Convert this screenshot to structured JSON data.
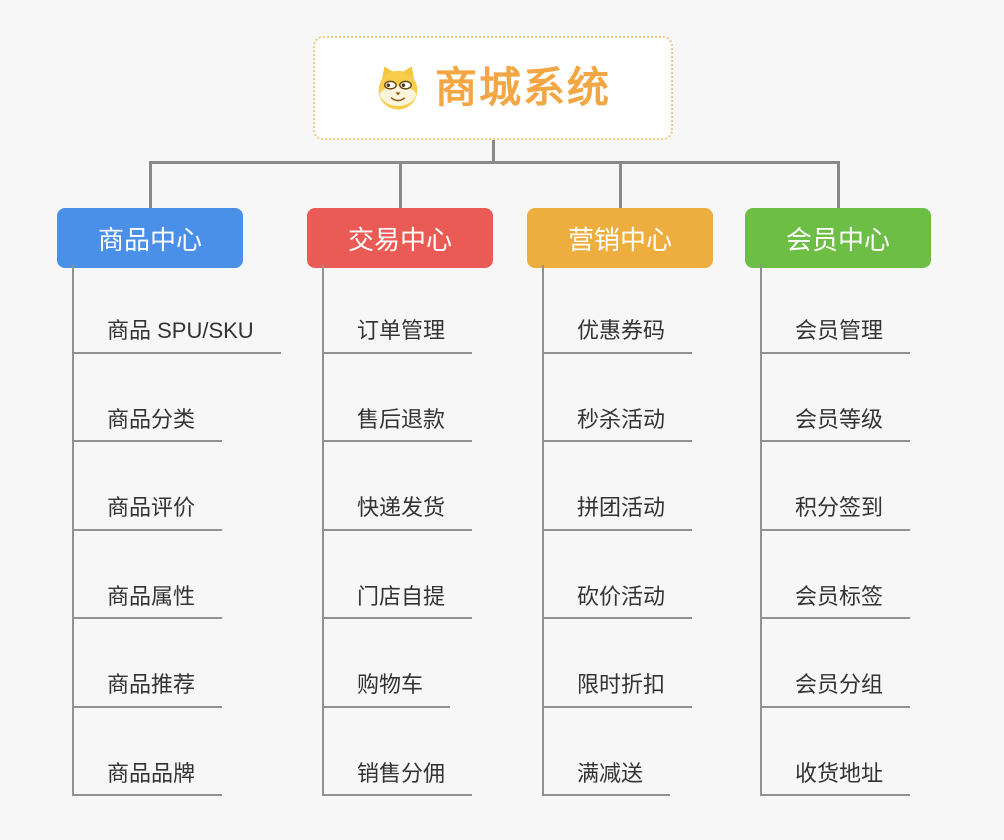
{
  "root": {
    "title": "商城系统",
    "icon": "dog-face-icon",
    "title_color": "#f2a644",
    "border_color": "#f2c786"
  },
  "connector_color": "#8a8a8a",
  "leaf_line_color": "#919191",
  "branches": [
    {
      "label": "商品中心",
      "color": "#4a8fe8",
      "children": [
        "商品 SPU/SKU",
        "商品分类",
        "商品评价",
        "商品属性",
        "商品推荐",
        "商品品牌"
      ]
    },
    {
      "label": "交易中心",
      "color": "#eb5b56",
      "children": [
        "订单管理",
        "售后退款",
        "快递发货",
        "门店自提",
        "购物车",
        "销售分佣"
      ]
    },
    {
      "label": "营销中心",
      "color": "#eeae3f",
      "children": [
        "优惠券码",
        "秒杀活动",
        "拼团活动",
        "砍价活动",
        "限时折扣",
        "满减送"
      ]
    },
    {
      "label": "会员中心",
      "color": "#6dbe45",
      "children": [
        "会员管理",
        "会员等级",
        "积分签到",
        "会员标签",
        "会员分组",
        "收货地址"
      ]
    }
  ]
}
